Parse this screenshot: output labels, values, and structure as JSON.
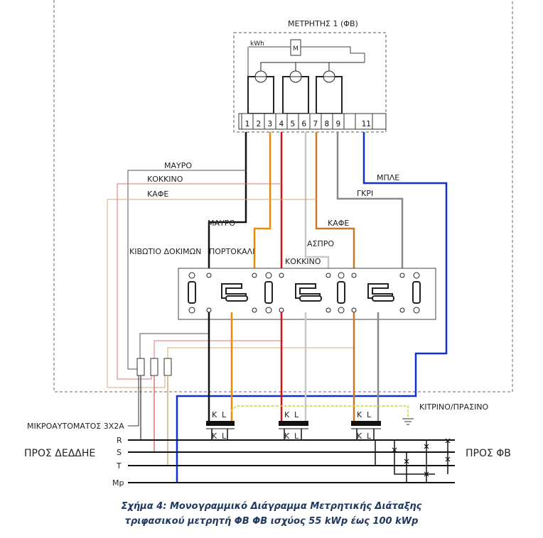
{
  "meter": {
    "title": "ΜΕΤΡΗΤΗΣ 1 (ΦΒ)",
    "kwh_label": "kWh",
    "motor_label": "M",
    "terminals": [
      "1",
      "2",
      "3",
      "4",
      "5",
      "6",
      "7",
      "8",
      "9",
      "11"
    ]
  },
  "wire_labels": {
    "black_upper": "ΜΑΥΡΟ",
    "red_upper": "ΚΟΚΚΙΝΟ",
    "brown_upper": "ΚΑΦΕ",
    "black_lower": "ΜΑΥΡΟ",
    "orange": "ΠΟΡΤΟΚΑΛΙ",
    "white": "ΑΣΠΡΟ",
    "red_lower": "ΚΟΚΚΙΝΟ",
    "brown_lower": "ΚΑΦΕ",
    "blue": "ΜΠΛΕ",
    "grey": "ΓΚΡΙ",
    "earth": "ΚΙΤΡΙΝΟ/ΠΡΑΣΙΝΟ"
  },
  "test_box_label": "ΚΙΒΩΤΙΟ ΔΟΚΙΜΩΝ",
  "breaker_label": "ΜΙΚΡΟΑΥΤΟΜΑΤΟΣ 3Χ2Α",
  "ct_terminals": {
    "k": "K",
    "l": "L"
  },
  "bus": {
    "phases": [
      "R",
      "S",
      "T",
      "Mp"
    ],
    "left_label": "ΠΡΟΣ ΔΕΔΔΗΕ",
    "right_label": "ΠΡΟΣ ΦΒ"
  },
  "caption": {
    "line1": "Σχήμα 4: Μονογραμμικό Διάγραμμα Μετρητικής Διάταξης",
    "line2": "τριφασικού μετρητή ΦΒ ΦΒ ισχύος 55 kWp έως 100 kWp"
  },
  "colors": {
    "black": "#111111",
    "red": "#e01010",
    "orange": "#f08a00",
    "brown": "#c8782a",
    "white_wire": "#c8c8c8",
    "grey": "#8a8a8a",
    "blue": "#1030d0",
    "earth": "#c8d830",
    "dashed": "#555555"
  }
}
